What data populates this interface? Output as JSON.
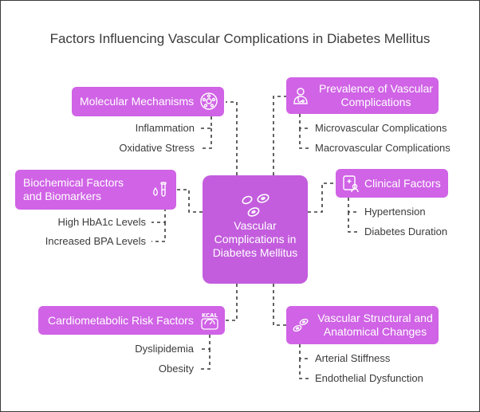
{
  "title": "Factors Influencing Vascular Complications in Diabetes Mellitus",
  "center": {
    "label": "Vascular Complications in Diabetes Mellitus",
    "icon": "red-blood-cells-icon"
  },
  "categories": {
    "molecular": {
      "label": "Molecular Mechanisms",
      "icon": "molecule-icon",
      "items": [
        "Inflammation",
        "Oxidative Stress"
      ]
    },
    "biochemical": {
      "label": "Biochemical Factors and Biomarkers",
      "icon": "test-tube-icon",
      "items": [
        "High HbA1c Levels",
        "Increased BPA Levels"
      ]
    },
    "cardiometabolic": {
      "label": "Cardiometabolic Risk Factors",
      "icon": "kcal-scale-icon",
      "icon_text": "KCAL",
      "items": [
        "Dyslipidemia",
        "Obesity"
      ]
    },
    "prevalence": {
      "label": "Prevalence of Vascular Complications",
      "icon": "doctor-icon",
      "items": [
        "Microvascular Complications",
        "Macrovascular Complications"
      ]
    },
    "clinical": {
      "label": "Clinical Factors",
      "icon": "patient-chart-icon",
      "items": [
        "Hypertension",
        "Diabetes Duration"
      ]
    },
    "structural": {
      "label": "Vascular Structural and Anatomical Changes",
      "icon": "blood-cells-icon",
      "items": [
        "Arterial Stiffness",
        "Endothelial Dysfunction"
      ]
    }
  },
  "colors": {
    "box": "#d063e6",
    "center": "#c35ddd",
    "text": "#3b3b3b",
    "connector": "#3b3b3b"
  }
}
